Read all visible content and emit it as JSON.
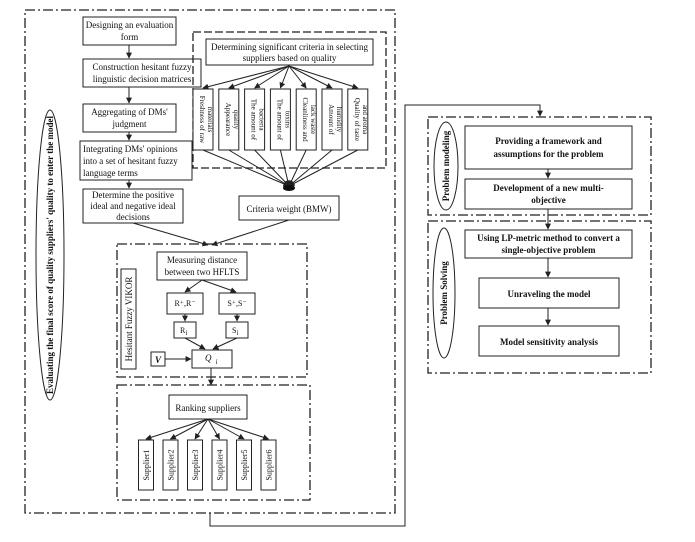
{
  "left_panel": {
    "vertical_label": "Evaluating the final score of quality suppliers' quality to enter the model",
    "steps": [
      [
        "Designing an evaluation",
        "form"
      ],
      [
        "Construction hesitant fuzzy",
        "linguistic decision matrices"
      ],
      [
        "Aggregating of DMs'",
        "judgment"
      ],
      [
        "Integrating DMs' opinions",
        "into a set of hesitant fuzzy",
        "language terms"
      ],
      [
        "Determine the positive",
        "ideal and negative ideal",
        "decisions"
      ]
    ]
  },
  "criteria_section": {
    "title": [
      "Determining significant criteria in selecting",
      "suppliers based on quality"
    ],
    "criteria": [
      [
        "Freshness of raw",
        "materials"
      ],
      [
        "Appearance",
        "quality"
      ],
      [
        "The amount of",
        "bacteria"
      ],
      [
        "The amount of",
        "toxins"
      ],
      [
        "Cleanliness and",
        "lack waste"
      ],
      [
        "Amount of",
        "humidity"
      ],
      [
        "Quality of taste",
        "and aroma"
      ]
    ],
    "weight_box": "Criteria weight (BMW)"
  },
  "vikor_section": {
    "side_label": "Hesitant Fuzzy VIKOR",
    "distance_box": [
      "Measuring distance",
      "between two HFLTS"
    ],
    "r_pair": "R⁺,R⁻",
    "s_pair": "S⁺,S⁻",
    "r_i": "R",
    "r_sub": "i",
    "s_i": "S",
    "s_sub": "i",
    "v_label": "V",
    "q_i": "Q",
    "q_sub": "i"
  },
  "ranking_section": {
    "title": "Ranking suppliers",
    "suppliers": [
      "Supplier1",
      "Supplier2",
      "Supplier3",
      "Supplier4",
      "Supplier5",
      "Supplier6"
    ]
  },
  "modeling_section": {
    "label": "Problem modeling",
    "boxes": [
      [
        "Providing a framework and",
        "assumptions for the problem"
      ],
      [
        "Development of a new multi-",
        "objective"
      ]
    ]
  },
  "solving_section": {
    "label": "Problem Solving",
    "boxes": [
      [
        "Using LP-metric method  to convert a",
        "single-objective problem"
      ],
      [
        "Unraveling the model"
      ],
      [
        "Model sensitivity analysis"
      ]
    ]
  }
}
